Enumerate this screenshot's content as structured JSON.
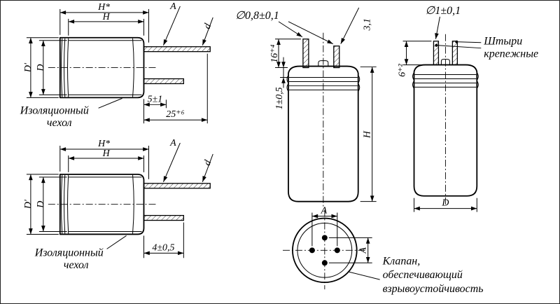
{
  "drawing": {
    "bg": "#ffffff",
    "ink": "#000000"
  },
  "view1": {
    "h_star": "H*",
    "h": "H",
    "d_outer": "D'",
    "d_body": "D",
    "a": "A",
    "lead_d": "d",
    "seal_len": "5±1",
    "lead_len": "25⁺⁶",
    "sleeve_label_1": "Изоляционный",
    "sleeve_label_2": "чехол"
  },
  "view2": {
    "h_star": "H*",
    "h": "H",
    "d_outer": "D'",
    "d_body": "D",
    "a": "A",
    "lead_d": "d",
    "seal_len": "4±0,5",
    "sleeve_label_1": "Изоляционный",
    "sleeve_label_2": "чехол"
  },
  "view3": {
    "pin_dia": "∅0,8±0,1",
    "pin_offset": "3,1",
    "pin_len": "16⁺⁴",
    "lip_h": "1±0,5",
    "height": "H"
  },
  "view4": {
    "pin_dia": "∅1±0,1",
    "pins_label_1": "Штыри",
    "pins_label_2": "крепежные",
    "pin_len": "6⁺²",
    "dia": "D"
  },
  "view5": {
    "a_horizontal": "A",
    "a_vertical": "A",
    "valve_label_1": "Клапан,",
    "valve_label_2": "обеспечивающий",
    "valve_label_3": "взрывоустойчивость"
  }
}
